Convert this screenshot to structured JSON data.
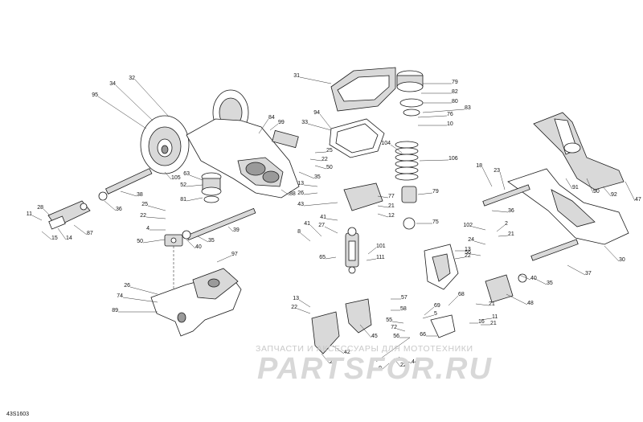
{
  "diagram": {
    "code": "43S1603",
    "watermark_text": "ЗАПЧАСТИ И АКСЕССУАРЫ ДЛЯ МОТОТЕХНИКИ",
    "watermark_logo": "PARTSFOR.RU",
    "callouts": [
      "31",
      "79",
      "82",
      "80",
      "83",
      "76",
      "10",
      "94",
      "33",
      "84",
      "99",
      "34",
      "32",
      "95",
      "25",
      "22",
      "50",
      "35",
      "104",
      "106",
      "18",
      "23",
      "47",
      "91",
      "90",
      "92",
      "63",
      "105",
      "38",
      "52",
      "81",
      "88",
      "13",
      "26",
      "43",
      "77",
      "21",
      "12",
      "79",
      "75",
      "11",
      "28",
      "36",
      "15",
      "14",
      "87",
      "25",
      "22",
      "4",
      "50",
      "40",
      "35",
      "39",
      "8",
      "41",
      "27",
      "65",
      "41",
      "101",
      "111",
      "102",
      "2",
      "21",
      "24",
      "56",
      "13",
      "22",
      "36",
      "30",
      "37",
      "97",
      "26",
      "74",
      "89",
      "13",
      "22",
      "45",
      "57",
      "58",
      "68",
      "69",
      "5",
      "21",
      "40",
      "35",
      "48",
      "55",
      "72",
      "56",
      "66",
      "11",
      "21",
      "16",
      "27",
      "42",
      "22",
      "9",
      "44"
    ]
  }
}
